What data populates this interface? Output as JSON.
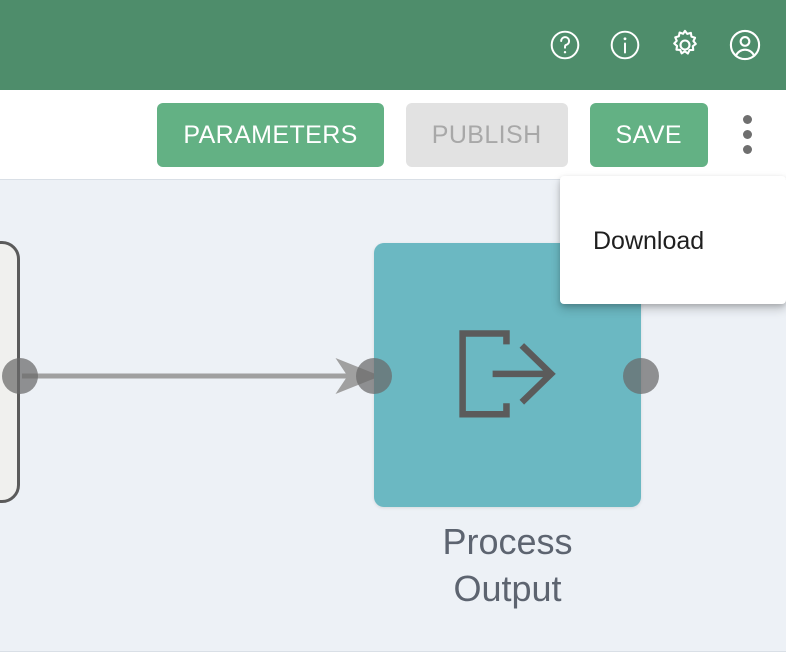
{
  "appbar": {
    "background_color": "#4e8d6b",
    "icons": [
      {
        "name": "help-icon",
        "label": "Help"
      },
      {
        "name": "info-icon",
        "label": "Info"
      },
      {
        "name": "settings-icon",
        "label": "Settings"
      },
      {
        "name": "account-icon",
        "label": "Account"
      }
    ]
  },
  "toolbar": {
    "background_color": "#ffffff",
    "parameters_label": "PARAMETERS",
    "publish_label": "PUBLISH",
    "publish_disabled": true,
    "save_label": "SAVE",
    "primary_color": "#63b184",
    "disabled_color": "#e2e2e2",
    "disabled_text_color": "#a8a8a8",
    "overflow_menu_name": "more-options-icon"
  },
  "menu": {
    "open": true,
    "items": [
      {
        "label": "Download"
      }
    ]
  },
  "canvas": {
    "background_color": "#edf1f6",
    "nodes": [
      {
        "id": "upstream",
        "label": "",
        "fill": "#f0f0ee",
        "border": "#5b5b5b",
        "partially_visible": true
      },
      {
        "id": "process-output",
        "label": "Process\nOutput",
        "fill": "#6bb8c2",
        "icon": "export-icon",
        "icon_color": "#5b5b5b"
      }
    ],
    "edges": [
      {
        "from": "upstream",
        "to": "process-output",
        "color": "#a0a0a0"
      }
    ],
    "port_color": "#696969"
  }
}
